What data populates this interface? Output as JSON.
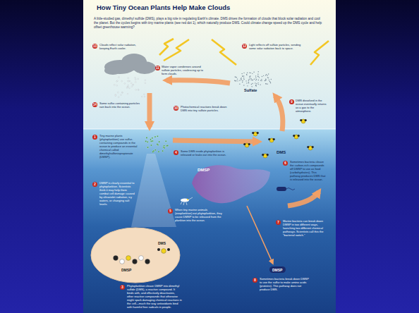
{
  "diagram": {
    "title": "How Tiny Ocean Plants Help Make Clouds",
    "nodes": [
      {
        "text": [
          "Sulfate"
        ]
      },
      {
        "text": [
          "DMSP"
        ]
      },
      {
        "text": [
          "DMS",
          "DMSP"
        ]
      },
      {
        "text": [
          "DMSP"
        ]
      }
    ],
    "labels": [
      "A little-studied gas, dimethyl sulfide (DMS), plays a big role in regulating Earth's climate. DMS drives the formation of clouds that block solar radiation and cool the planet. But the cycles begins with tiny marine plants (see red dot 1), which naturally produce DMS. Could climate change speed up the DMS cycle and help offset greenhouse warming?",
      "13",
      "Clouds reflect solar radiation, keeping Earth cooler.",
      "12",
      "Light reflects off sulfate particles, sending some solar radiation back to space.",
      "11",
      "Water vapor condenses around sulfate particles, coalescing up to form clouds.",
      "9",
      "DMS dissolved in the ocean eventually returns as a gas to the atmosphere.",
      "14",
      "Some sulfur-containing particles rain back into the ocean.",
      "10",
      "Photochemical reactions break down DMS into tiny sulfate particles.",
      "1",
      "Tiny marine plants (phytoplankton) use sulfur-containing compounds in the ocean to produce an essential chemical called dimethylsulfoniopropionate (DMSP).",
      "4",
      "Some DMS inside phytoplankton is released or leaks out into the ocean.",
      "DMS",
      "6",
      "Sometimes bacteria cleave the carbon-rich compounds off DMSP to use as food (carbohydrates). This pathway produces DMS that is released into the ocean.",
      "2",
      "DMSP is clearly essential to phytoplankton. Scientists think it may help them combat cell damage caused by ultraviolet radiation, icy waters, or changing salt levels.",
      "5",
      "When tiny marine animals (zooplankton) eat phytoplankton, they cause DMSP to be released from the plankton into the ocean.",
      "7",
      "Marine bacteria can break down DMSP in two different ways, launching two different chemical pathways. Scientists call this the \"bacterial switch.\"",
      "3",
      "Phytoplankton cleave DMSP into dimethyl sulfide (DMS), a reactive compound. It binds with, and effectively deactivates, other reactive compounds that otherwise might spark damaging chemical reactions in the cell—much the way antioxidants bind with harmful free radicals in people.",
      "8",
      "Sometimes bacteria break down DMSP to use the sulfur to make amino acids (proteins). This pathway does not produce DMS."
    ]
  }
}
